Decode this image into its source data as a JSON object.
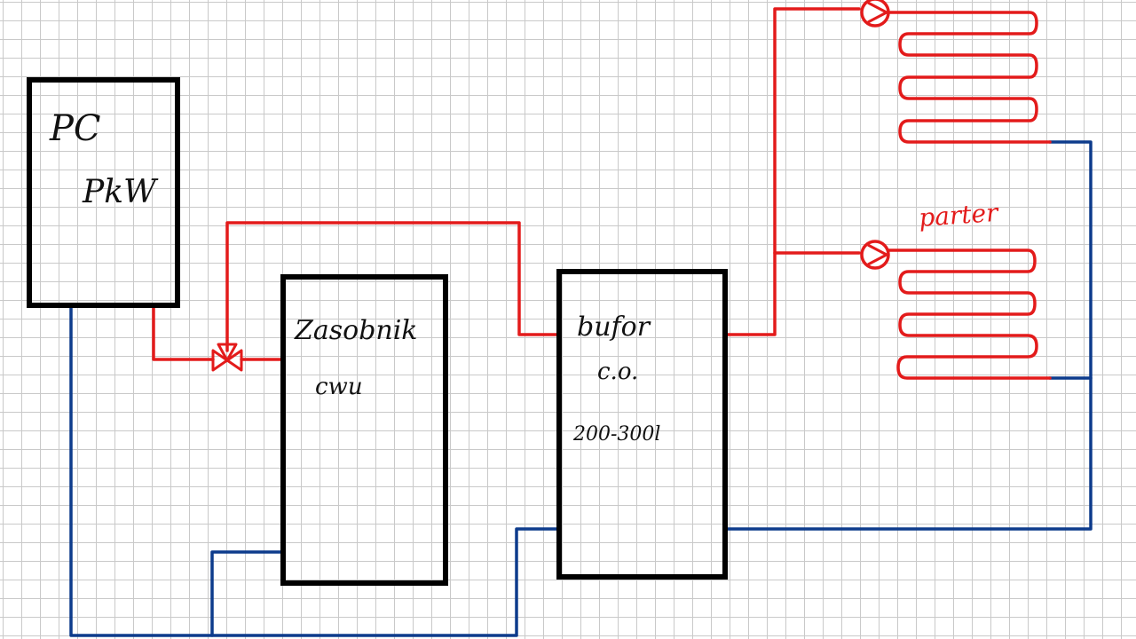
{
  "colors": {
    "hot_line": "#e31b1b",
    "cold_line": "#0d3b8c",
    "box_outline": "#000000",
    "grid": "#c9c9c9"
  },
  "labels": {
    "heat_pump_line1": "PC",
    "heat_pump_line2": "PkW",
    "dhw_tank_line1": "Zasobnik",
    "dhw_tank_line2": "cwu",
    "buffer_line1": "bufor",
    "buffer_line2": "c.o.",
    "buffer_capacity": "200-300l",
    "ground_floor_loop": "parter"
  },
  "icons": {
    "valve": "three-way-valve-icon",
    "pump": "circulation-pump-icon",
    "loop": "underfloor-heating-coil"
  }
}
